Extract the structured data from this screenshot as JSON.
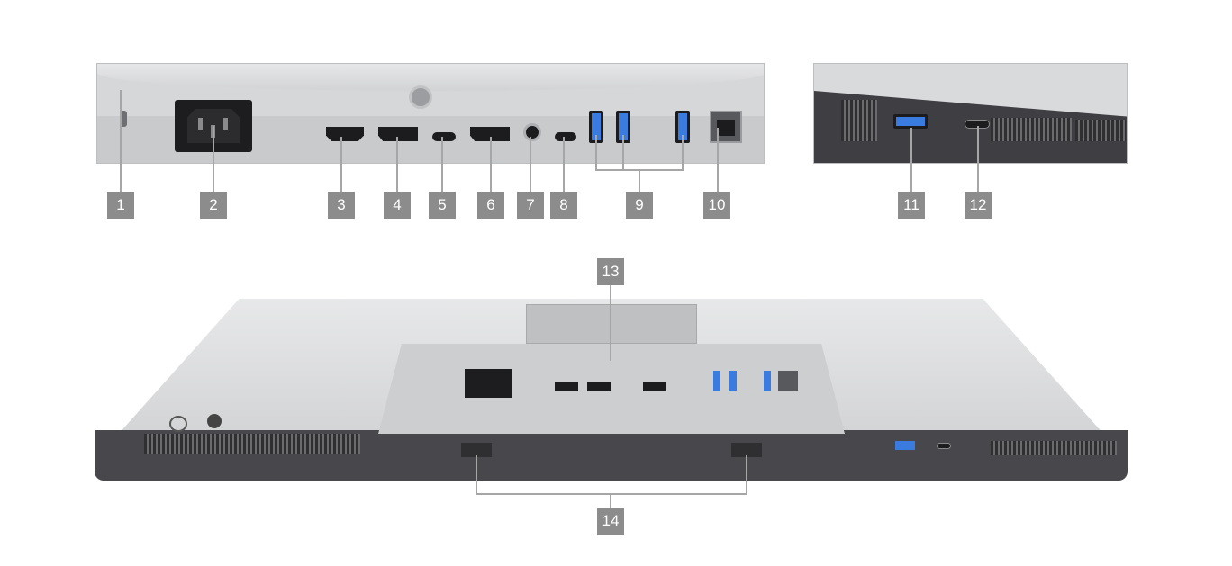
{
  "callouts": [
    "1",
    "2",
    "3",
    "4",
    "5",
    "6",
    "7",
    "8",
    "9",
    "10",
    "11",
    "12",
    "13",
    "14"
  ],
  "colors": {
    "label_bg": "#8c8c8c",
    "label_text": "#ffffff",
    "leader_line": "#a6a6a6",
    "usb_blue": "#3a7be0",
    "panel_grey": "#cfd0d2",
    "bezel_dark": "#444448"
  },
  "icons": {
    "power": "power-inlet-icon",
    "hdmi": "hdmi-port-icon",
    "displayport": "displayport-icon",
    "usbc": "usb-c-port-icon",
    "audio": "audio-jack-icon",
    "usba": "usb-a-port-icon",
    "ethernet": "ethernet-port-icon",
    "lock": "security-lock-slot-icon"
  }
}
